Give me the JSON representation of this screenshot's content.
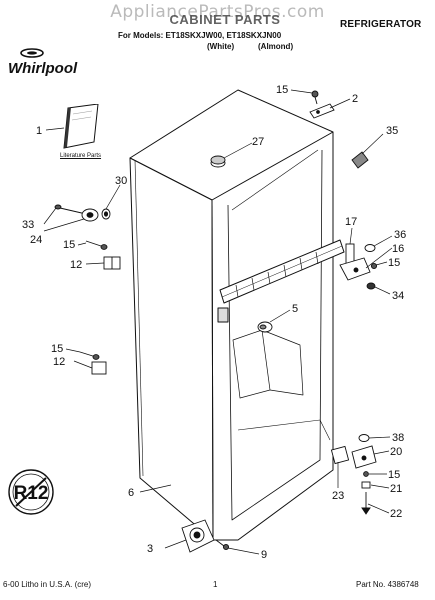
{
  "header": {
    "watermark": "AppliancePartsPros.com",
    "title": "CABINET PARTS",
    "appliance": "REFRIGERATOR",
    "models_line": "For Models: ET18SKXJW00, ET18SKXJN00",
    "color_1": "(White)",
    "color_2": "(Almond)",
    "brand": "Whirlpool"
  },
  "literature_caption": "Literature Parts",
  "badge": "R12",
  "callouts": [
    "1",
    "2",
    "3",
    "5",
    "6",
    "9",
    "12",
    "12",
    "15",
    "15",
    "15",
    "15",
    "15",
    "16",
    "17",
    "20",
    "21",
    "22",
    "23",
    "24",
    "27",
    "30",
    "33",
    "34",
    "35",
    "36",
    "38"
  ],
  "footer": {
    "left": "6-00 Litho in U.S.A. (cre)",
    "center": "1",
    "right": "Part No. 4386748"
  },
  "colors": {
    "ink": "#111111",
    "watermark": "#8c8c8c"
  }
}
